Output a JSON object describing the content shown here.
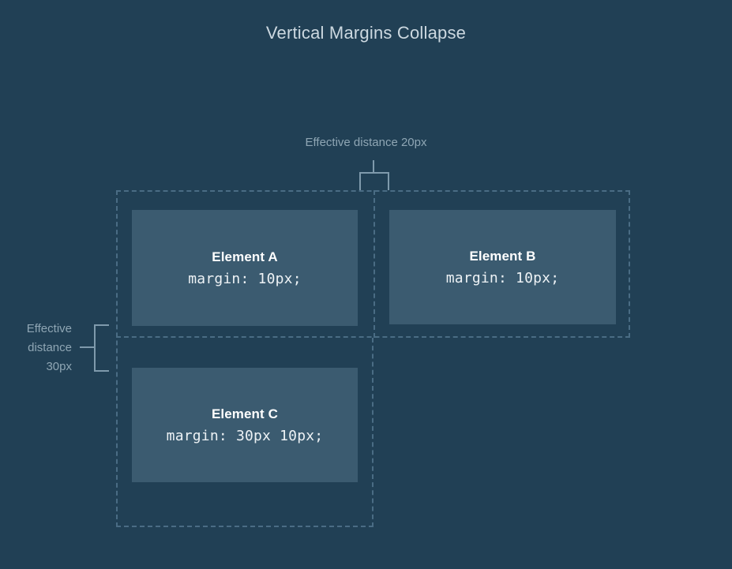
{
  "page": {
    "title": "Vertical Margins Collapse",
    "background_color": "#214055",
    "box_color": "#3b5b70",
    "dashed_border_color": "#4a6c84",
    "bracket_color": "#7f9aac",
    "label_color": "#8fa6b4",
    "title_color": "#ccd8e0"
  },
  "annotations": {
    "top": {
      "label": "Effective distance 20px",
      "measure_value": "20px"
    },
    "left": {
      "label": "Effective distance 30px",
      "measure_value": "30px"
    }
  },
  "elements": [
    {
      "id": "a",
      "title": "Element A",
      "code": "margin: 10px;"
    },
    {
      "id": "b",
      "title": "Element B",
      "code": "margin: 10px;"
    },
    {
      "id": "c",
      "title": "Element C",
      "code": "margin: 30px 10px;"
    }
  ]
}
